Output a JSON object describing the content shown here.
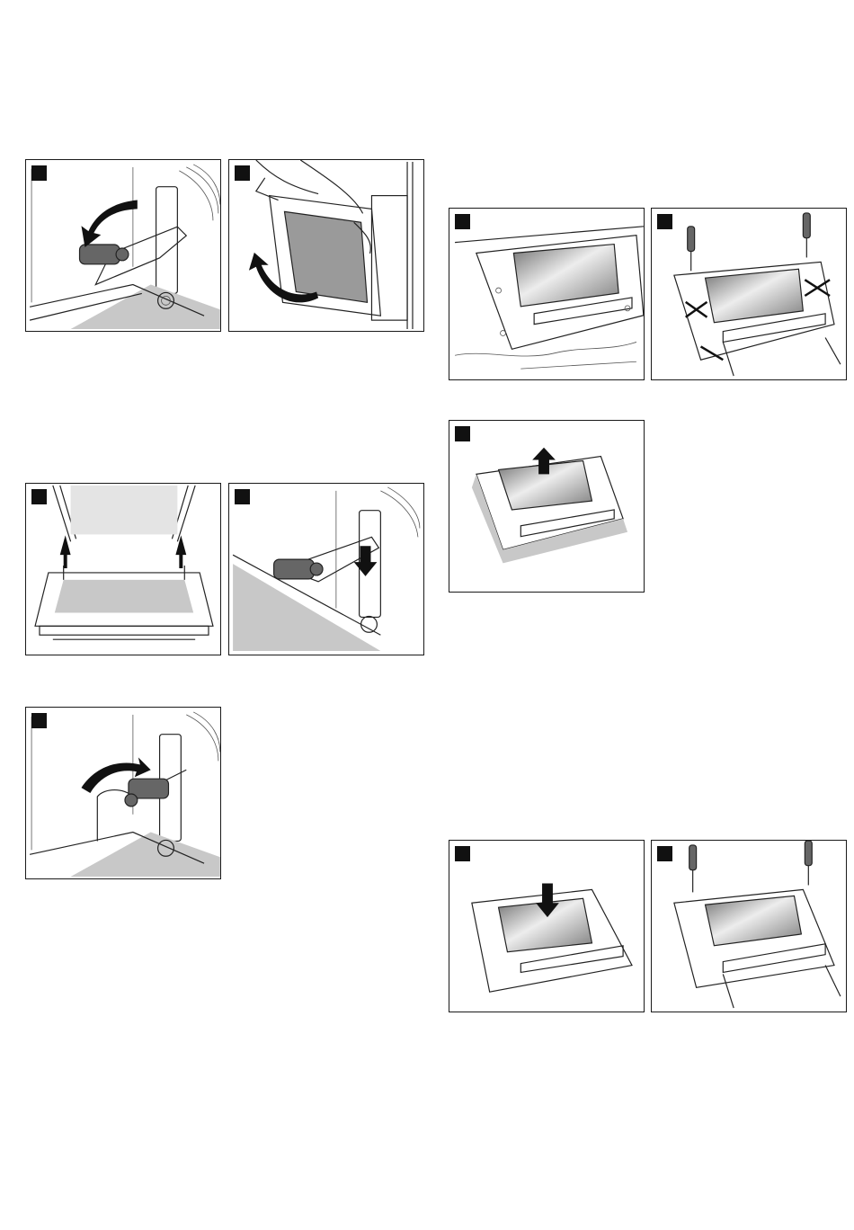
{
  "figures": [
    {
      "id": "door-hinge-unlock",
      "icons": [
        "step-marker",
        "hinge-lever-icon",
        "curved-arrow-icon"
      ]
    },
    {
      "id": "door-lift-off",
      "icons": [
        "step-marker",
        "hands-icon",
        "curved-arrow-icon"
      ]
    },
    {
      "id": "door-refit",
      "icons": [
        "step-marker",
        "up-arrow-icon"
      ]
    },
    {
      "id": "hinge-lower",
      "icons": [
        "step-marker",
        "down-arrow-icon"
      ]
    },
    {
      "id": "hinge-lock",
      "icons": [
        "step-marker",
        "curved-arrow-icon"
      ]
    },
    {
      "id": "door-laid-flat",
      "icons": [
        "step-marker"
      ]
    },
    {
      "id": "screws-remove",
      "icons": [
        "step-marker",
        "screwdriver-icon",
        "cross-mark-icon"
      ]
    },
    {
      "id": "glass-remove",
      "icons": [
        "step-marker",
        "up-arrow-icon"
      ]
    },
    {
      "id": "glass-insert",
      "icons": [
        "step-marker",
        "down-arrow-icon"
      ]
    },
    {
      "id": "screws-refit",
      "icons": [
        "step-marker",
        "screwdriver-icon"
      ]
    }
  ],
  "colors": {
    "line": "#222222",
    "floor": "#c8c8c8",
    "hinge": "#666666",
    "marker": "#111111"
  }
}
